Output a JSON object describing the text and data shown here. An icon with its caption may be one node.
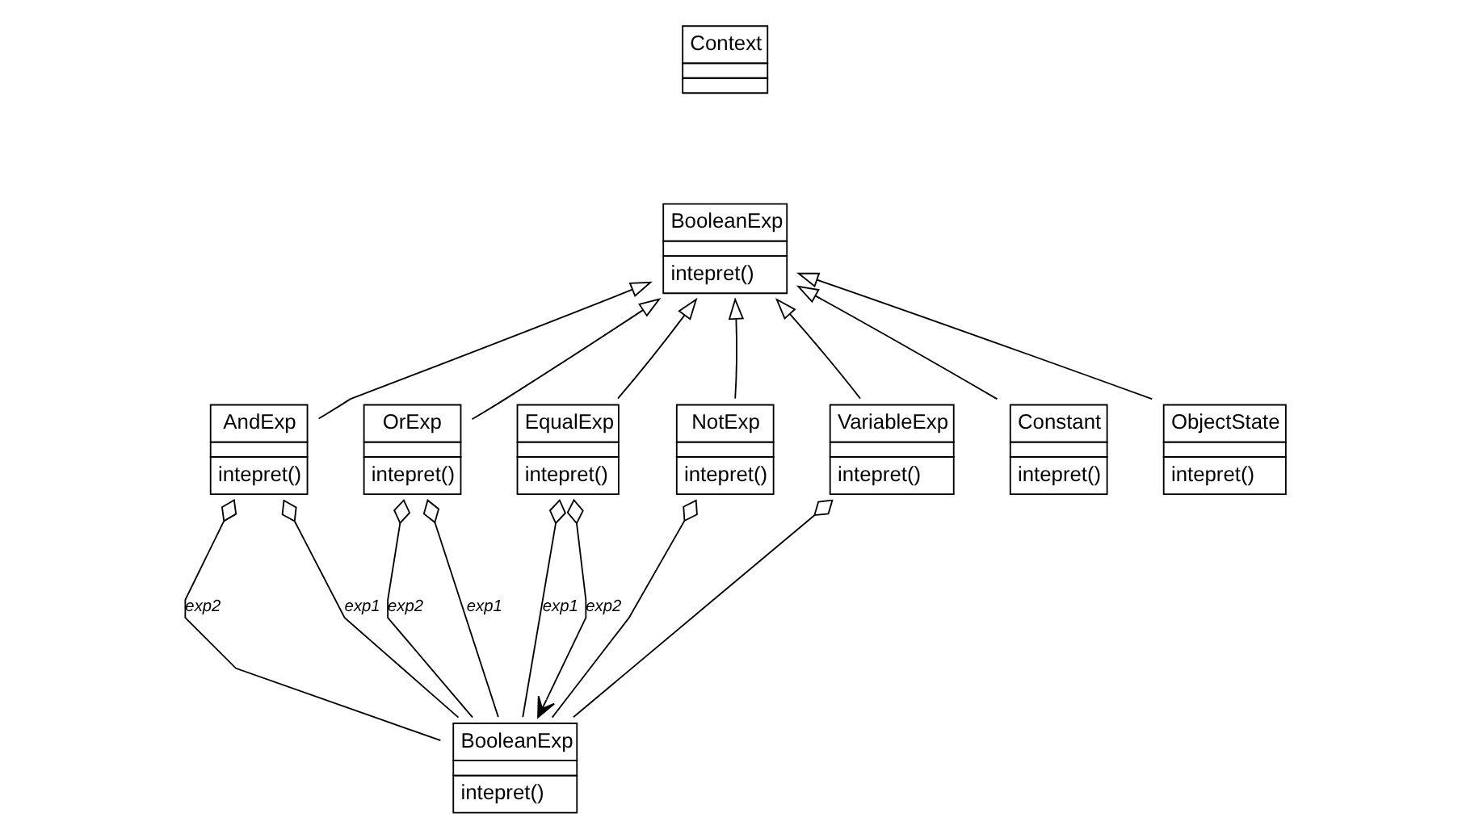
{
  "diagram": {
    "nodes": [
      {
        "text": [
          "Context"
        ]
      },
      {
        "text": [
          "BooleanExp",
          "intepret()"
        ]
      },
      {
        "text": [
          "AndExp",
          "intepret()"
        ]
      },
      {
        "text": [
          "OrExp",
          "intepret()"
        ]
      },
      {
        "text": [
          "EqualExp",
          "intepret()"
        ]
      },
      {
        "text": [
          "NotExp",
          "intepret()"
        ]
      },
      {
        "text": [
          "VariableExp",
          "intepret()"
        ]
      },
      {
        "text": [
          "Constant",
          "intepret()"
        ]
      },
      {
        "text": [
          "ObjectState",
          "intepret()"
        ]
      },
      {
        "text": [
          "BooleanExp",
          "intepret()"
        ]
      }
    ],
    "edges": [
      {
        "from": 2,
        "to": 1,
        "arrow": "to"
      },
      {
        "from": 3,
        "to": 1,
        "arrow": "to"
      },
      {
        "from": 4,
        "to": 1,
        "arrow": "to"
      },
      {
        "from": 5,
        "to": 1,
        "arrow": "to"
      },
      {
        "from": 6,
        "to": 1,
        "arrow": "to"
      },
      {
        "from": 7,
        "to": 1,
        "arrow": "to"
      },
      {
        "from": 8,
        "to": 1,
        "arrow": "to"
      },
      {
        "from": 2,
        "to": 9,
        "arrow": "other",
        "label": "exp2"
      },
      {
        "from": 2,
        "to": 9,
        "arrow": "other",
        "label": "exp1"
      },
      {
        "from": 3,
        "to": 9,
        "arrow": "other",
        "label": "exp2"
      },
      {
        "from": 3,
        "to": 9,
        "arrow": "other",
        "label": "exp1"
      },
      {
        "from": 4,
        "to": 9,
        "arrow": "other",
        "label": "exp1"
      },
      {
        "from": 4,
        "to": 9,
        "arrow": "to",
        "label": "exp2"
      },
      {
        "from": 5,
        "to": 9,
        "arrow": "other"
      },
      {
        "from": 6,
        "to": 9,
        "arrow": "other"
      }
    ]
  }
}
